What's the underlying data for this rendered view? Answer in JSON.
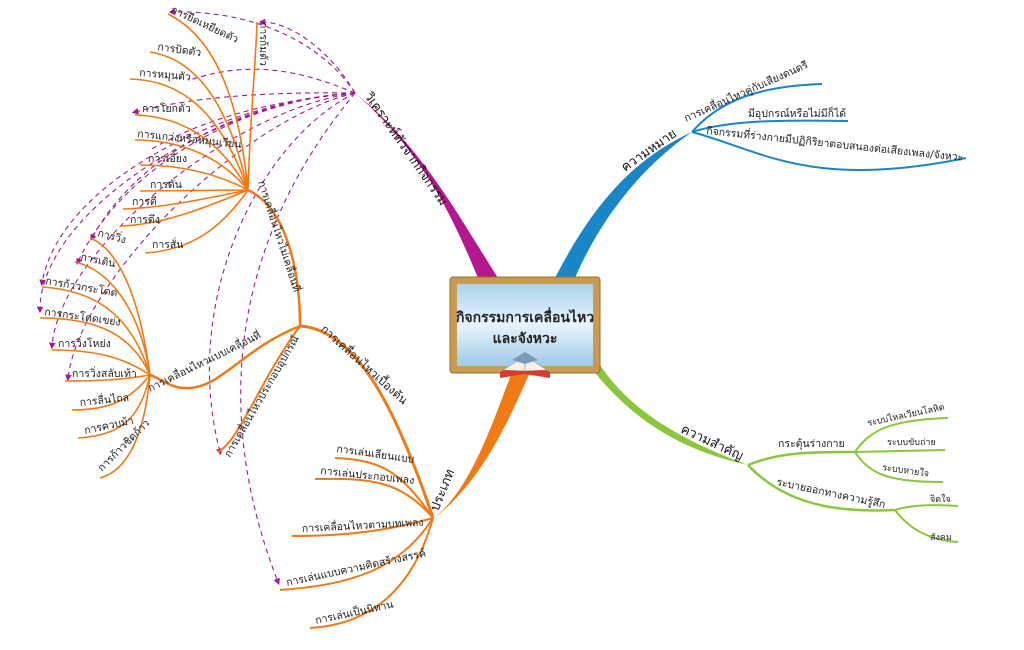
{
  "center": {
    "line1": "กิจกรรมการเคลื่อนไหว",
    "line2": "และจังหวะ",
    "icon": "open-book-icon"
  },
  "colors": {
    "analysis": "#b5178c",
    "meaning": "#1a86c8",
    "importance": "#8cc63f",
    "types": "#f07a16",
    "dashed": "#a01c8c"
  },
  "analysis": {
    "label": "วิเคราะห์ตัวจากกิจกรรม"
  },
  "meaning": {
    "label": "ความหมาย",
    "items": [
      "การเคลื่อนไหวคู่กับเสียงดนตรี",
      "มีอุปกรณ์หรือไม่มีก็ได้",
      "กิจกรรมที่ร่างกายมีปฏิกิริยาตอบสนองต่อเสียงเพลง/จังหวะ"
    ]
  },
  "importance": {
    "label": "ความสำคัญ",
    "body": {
      "label": "กระตุ้นร่างกาย",
      "items": [
        "ระบบไหลเวียนโลหิต",
        "ระบบขับถ่าย",
        "ระบบหายใจ"
      ]
    },
    "feelings": {
      "label": "ระบายออกทางความรู้สึก",
      "items": [
        "จิตใจ",
        "สังคม"
      ]
    }
  },
  "types": {
    "label": "ประเภท",
    "items": [
      "การเล่นเลียนแบบ",
      "การเล่นประกอบเพลง",
      "การเคลื่อนไหวตามบทเพลง",
      "การเล่นแบบความคิดสร้างสรรค์",
      "การเล่นเป็นนิทาน"
    ],
    "basic": {
      "label": "การเคลื่อนไหวเบื้องต้น",
      "non_locomotor": {
        "label": "การเคลื่อนไหวไม่เคลื่อนที่",
        "items": [
          "การยืดเหยียดตัว",
          "การก้มตัว",
          "การบิดตัว",
          "การหมุนตัว",
          "การโยกตัว",
          "การแกว่งหรือหมุนเวียน",
          "การเอียง",
          "การดัน",
          "การตี",
          "การดึง",
          "การสั่น"
        ]
      },
      "locomotor": {
        "label": "การเคลื่อนไหวแบบเคลื่อนที่",
        "items": [
          "การวิ่ง",
          "การเดิน",
          "การก้าวกระโดด",
          "การกระโดดเขย่ง",
          "การวิ่งโหย่ง",
          "การวิ่งสลับเท้า",
          "การลื่นไถล",
          "การควบม้า",
          "การก้าวชิดก้าว"
        ]
      },
      "equipment": {
        "label": "การเคลื่อนไหวประกอบอุปกรณ์"
      }
    }
  }
}
